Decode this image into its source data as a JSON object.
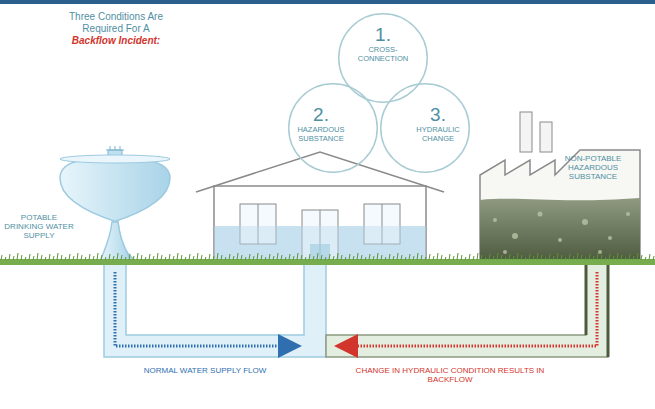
{
  "diagram": {
    "title": "Three Conditions Are Required For A",
    "nodes": [
      {
        "text": [
          "1.",
          "CROSS-CONNECTION"
        ]
      },
      {
        "text": [
          "2.",
          "HAZARDOUS SUBSTANCE"
        ]
      },
      {
        "text": [
          "3.",
          "HYDRAULIC CHANGE"
        ]
      }
    ],
    "labels": [
      "Backflow Incident:",
      "POTABLE DRINKING WATER SUPPLY",
      "NON-POTABLE HAZARDOUS SUBSTANCE",
      "NORMAL WATER SUPPLY FLOW",
      "CHANGE IN HYDRAULIC CONDITION RESULTS IN BACKFLOW"
    ]
  }
}
